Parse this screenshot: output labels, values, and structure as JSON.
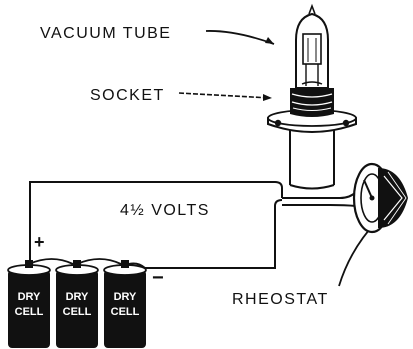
{
  "labels": {
    "vacuum_tube": "VACUUM TUBE",
    "socket": "SOCKET",
    "voltage": "4½ VOLTS",
    "rheostat": "RHEOSTAT",
    "plus": "+",
    "minus": "−"
  },
  "battery": {
    "cells": [
      {
        "line1": "DRY",
        "line2": "CELL"
      },
      {
        "line1": "DRY",
        "line2": "CELL"
      },
      {
        "line1": "DRY",
        "line2": "CELL"
      }
    ]
  },
  "colors": {
    "ink": "#111111",
    "paper": "#ffffff"
  }
}
